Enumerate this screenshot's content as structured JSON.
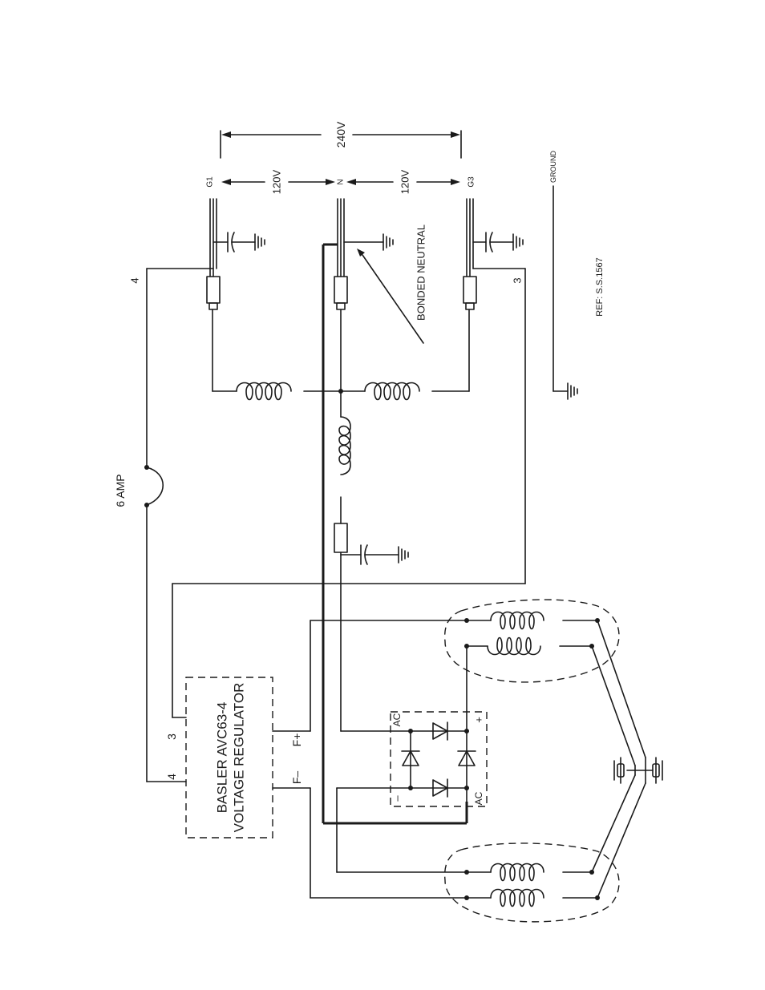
{
  "labels": {
    "v240": "240V",
    "v120_left": "120V",
    "v120_right": "120V",
    "g1": "G1",
    "n": "N",
    "g3": "G3",
    "ground": "GROUND",
    "bonded_neutral": "BONDED NEUTRAL",
    "ref": "REF: S.S.1567",
    "wire_4_top": "4",
    "wire_3_top": "3",
    "fuse": "6 AMP",
    "regulator_line1": "BASLER AVC63-4",
    "regulator_line2": "VOLTAGE REGULATOR",
    "terminal_4": "4",
    "terminal_3": "3",
    "terminal_fminus": "F–",
    "terminal_fplus": "F+",
    "rect_ac_top": "AC",
    "rect_ac_bottom": "AC",
    "rect_plus": "+",
    "rect_minus": "–"
  }
}
